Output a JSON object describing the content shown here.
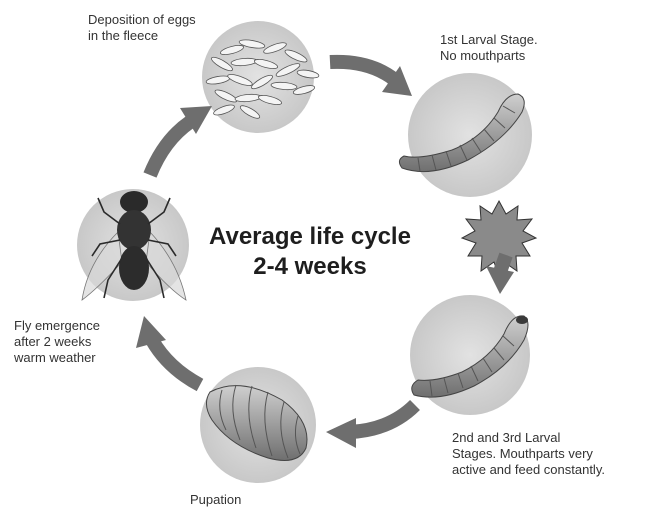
{
  "title": {
    "line1": "Average life cycle",
    "line2": "2-4 weeks"
  },
  "stages": {
    "eggs": {
      "line1": "Deposition of eggs",
      "line2": "in the fleece"
    },
    "larva1": {
      "line1": "1st Larval Stage.",
      "line2": "No mouthparts"
    },
    "larva23": {
      "line1": "2nd and 3rd Larval",
      "line2": "Stages. Mouthparts very",
      "line3": "active and feed constantly."
    },
    "pupation": {
      "line1": "Pupation"
    },
    "fly": {
      "line1": "Fly emergence",
      "line2": "after 2 weeks",
      "line3": "warm weather"
    }
  },
  "colors": {
    "arrow": "#6e6e6e",
    "circle_bg": "#d4d4d4",
    "larva": "#9a9a9a",
    "starburst": "#8a8a8a"
  }
}
